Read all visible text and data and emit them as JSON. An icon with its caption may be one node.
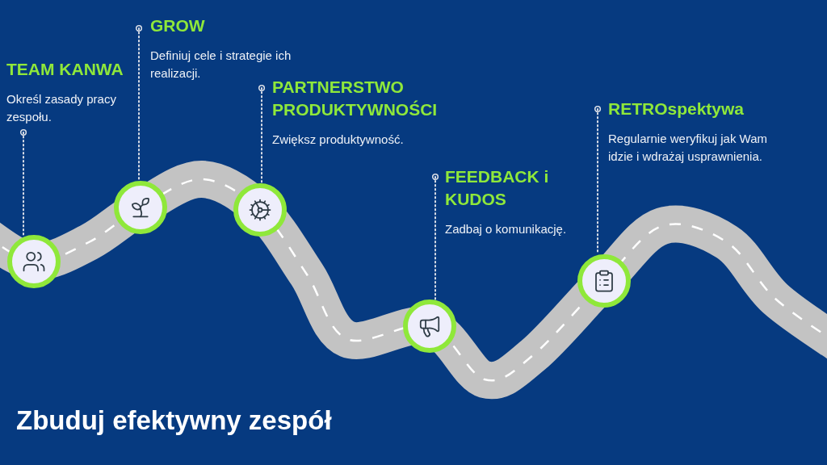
{
  "diagram": {
    "title": "Zbuduj efektywny zespół",
    "nodes": [
      {
        "text": [
          "TEAM KANWA",
          "Określ zasady pracy zespołu."
        ]
      },
      {
        "text": [
          "GROW",
          "Definiuj cele i strategie ich realizacji."
        ]
      },
      {
        "text": [
          "PARTNERSTWO PRODUKTYWNOŚCI",
          "Zwiększ produktywność."
        ]
      },
      {
        "text": [
          "FEEDBACK i KUDOS",
          "Zadbaj o komunikację."
        ]
      },
      {
        "text": [
          "RETROspektywa",
          "Regularnie weryfikuj jak Wam idzie i wdrażaj usprawnienia."
        ]
      },
      {
        "text": [],
        "shape": "circle"
      },
      {
        "text": [],
        "shape": "circle"
      },
      {
        "text": [],
        "shape": "circle"
      },
      {
        "text": [],
        "shape": "circle"
      },
      {
        "text": [],
        "shape": "circle"
      }
    ],
    "edges": [
      {
        "from": 0,
        "to": 5,
        "arrow": "other",
        "style": "dashed"
      },
      {
        "from": 1,
        "to": 6,
        "arrow": "other",
        "style": "dashed"
      },
      {
        "from": 2,
        "to": 7,
        "arrow": "other",
        "style": "dashed"
      },
      {
        "from": 3,
        "to": 8,
        "arrow": "other",
        "style": "dashed"
      },
      {
        "from": 4,
        "to": 9,
        "arrow": "other",
        "style": "dashed"
      }
    ]
  }
}
